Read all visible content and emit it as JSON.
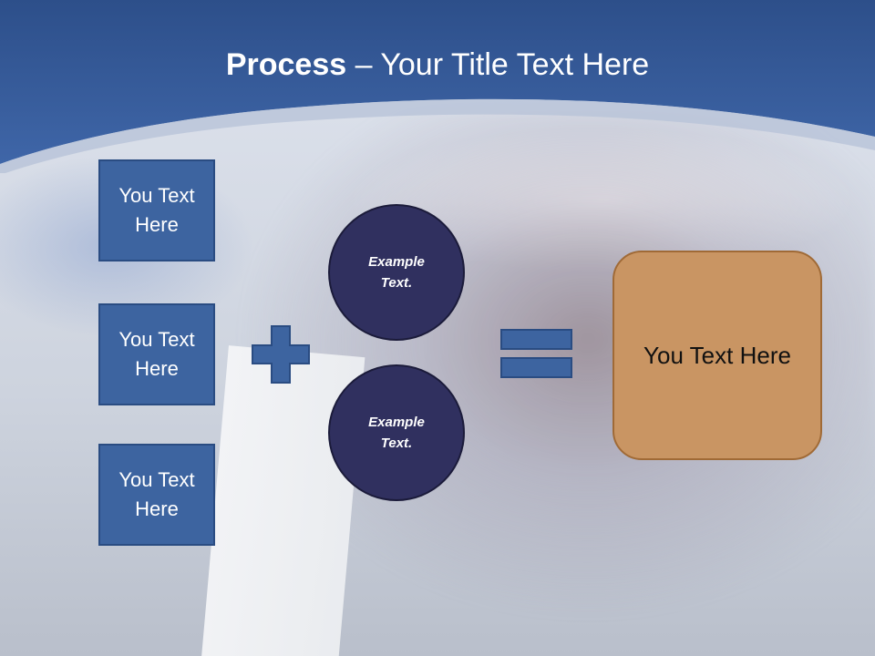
{
  "title": {
    "bold": "Process",
    "rest": " – Your Title Text Here"
  },
  "left_boxes": [
    {
      "label_line1": "You Text",
      "label_line2": "Here"
    },
    {
      "label_line1": "You Text",
      "label_line2": "Here"
    },
    {
      "label_line1": "You Text",
      "label_line2": "Here"
    }
  ],
  "circles": [
    {
      "line1": "Example",
      "line2": "Text."
    },
    {
      "line1": "Example",
      "line2": "Text."
    }
  ],
  "result": {
    "label": "You Text Here"
  },
  "colors": {
    "header_blue": "#3a5fa0",
    "box_blue": "#3d64a0",
    "circle_navy": "#30305f",
    "result_orange": "#c99563"
  }
}
